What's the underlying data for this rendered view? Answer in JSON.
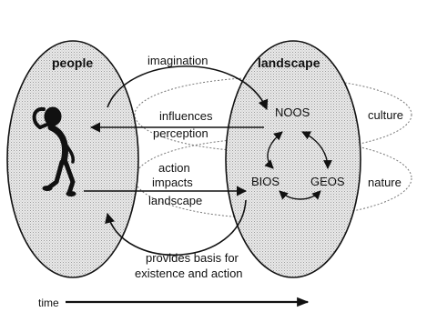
{
  "diagram": {
    "labels": {
      "people": "people",
      "landscape": "landscape",
      "imagination": "imagination",
      "influences": "influences",
      "perception": "perception",
      "action": "action",
      "impacts": "impacts",
      "landscape_lower": "landscape",
      "noos": "NOOS",
      "bios": "BIOS",
      "geos": "GEOS",
      "culture": "culture",
      "nature": "nature",
      "provides_1": "provides basis for",
      "provides_2": "existence and action",
      "time": "time"
    },
    "icon": "stick-figure-thinking-icon"
  }
}
